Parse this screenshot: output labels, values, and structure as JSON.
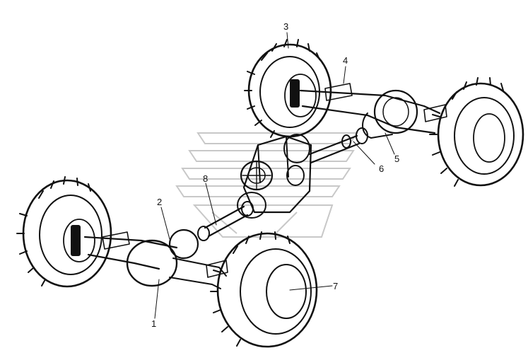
{
  "diagram": {
    "callouts": [
      {
        "id": "c1",
        "label": "1"
      },
      {
        "id": "c2",
        "label": "2"
      },
      {
        "id": "c3",
        "label": "3"
      },
      {
        "id": "c4",
        "label": "4"
      },
      {
        "id": "c5",
        "label": "5"
      },
      {
        "id": "c6",
        "label": "6"
      },
      {
        "id": "c7",
        "label": "7"
      },
      {
        "id": "c8",
        "label": "8"
      }
    ]
  },
  "colors": {
    "ink": "#111111",
    "watermark": "#c8c8c8",
    "background": "#ffffff"
  }
}
